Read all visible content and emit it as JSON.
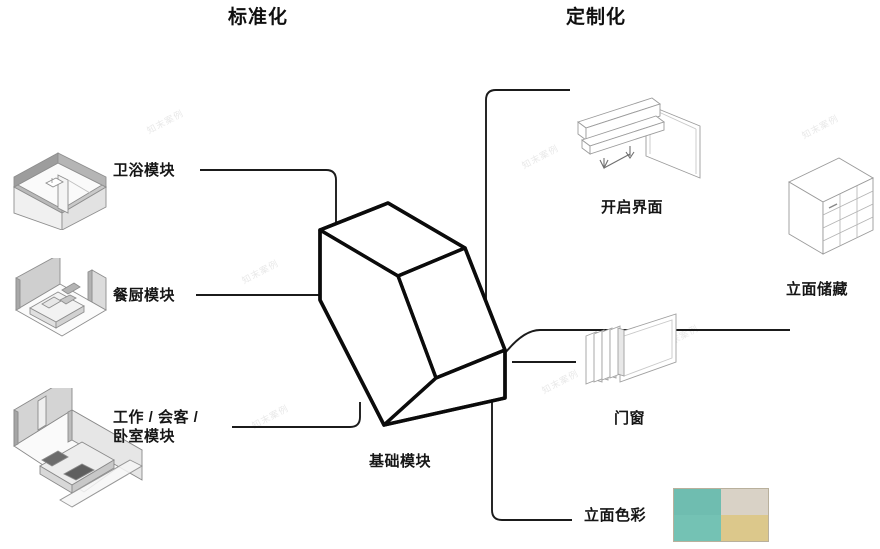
{
  "headers": {
    "left": "标准化",
    "right": "定制化"
  },
  "center": {
    "label": "基础模块",
    "shape_name": "stepped-volume"
  },
  "left_modules": [
    {
      "label": "卫浴模块",
      "thumb": "bathroom-module-render"
    },
    {
      "label": "餐厨模块",
      "thumb": "kitchen-dining-module-render"
    },
    {
      "label": "工作 / 会客 /\n卧室模块",
      "thumb": "work-living-bedroom-module-render"
    }
  ],
  "right_modules": [
    {
      "label": "开启界面",
      "thumb": "opening-facade-render"
    },
    {
      "label": "立面储藏",
      "thumb": "facade-storage-cabinet-render"
    },
    {
      "label": "门窗",
      "thumb": "door-window-panels-render"
    },
    {
      "label": "立面色彩",
      "thumb": "facade-color-swatch"
    }
  ],
  "color_swatch": {
    "name": "facade-color-swatch",
    "cells": [
      "#6fbdb0",
      "#d9d2c6",
      "#74c2b4",
      "#dcc88b"
    ]
  },
  "watermark": {
    "text": "知末案例"
  },
  "colors": {
    "stroke": "#111111",
    "thin_stroke": "#2b2b2b",
    "render_light": "#f2f2f2",
    "render_mid": "#d3d3d3",
    "render_dark": "#a9a9a9",
    "text": "#161616",
    "background": "#ffffff"
  }
}
